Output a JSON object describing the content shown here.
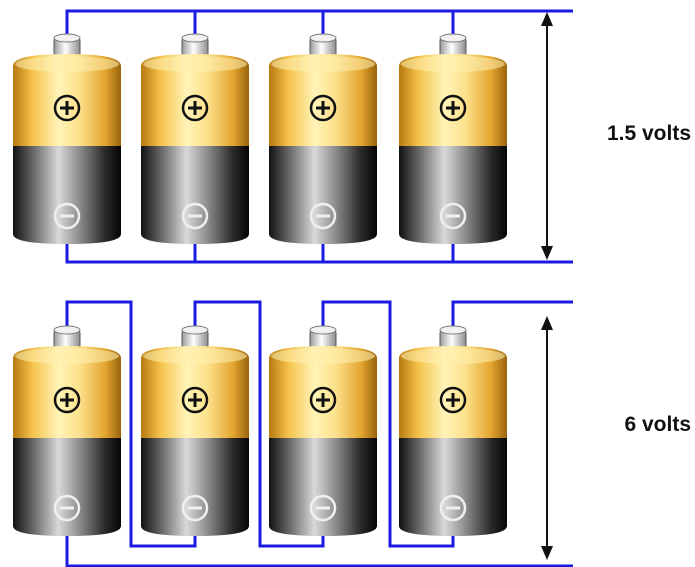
{
  "diagram": {
    "parallel": {
      "voltage_label": "1.5 volts",
      "battery_count": 4
    },
    "series": {
      "voltage_label": "6 volts",
      "battery_count": 4
    },
    "colors": {
      "wire": "#1a1ae0",
      "battery_top_light": "#fff4b8",
      "battery_top_mid": "#f5c24a",
      "battery_top_dark": "#b77a12",
      "battery_bottom_light": "#d9d9d9",
      "battery_bottom_dark": "#111111",
      "arrow": "#111111"
    },
    "icons": {
      "positive": "plus-circle-icon",
      "negative": "minus-circle-icon"
    }
  }
}
